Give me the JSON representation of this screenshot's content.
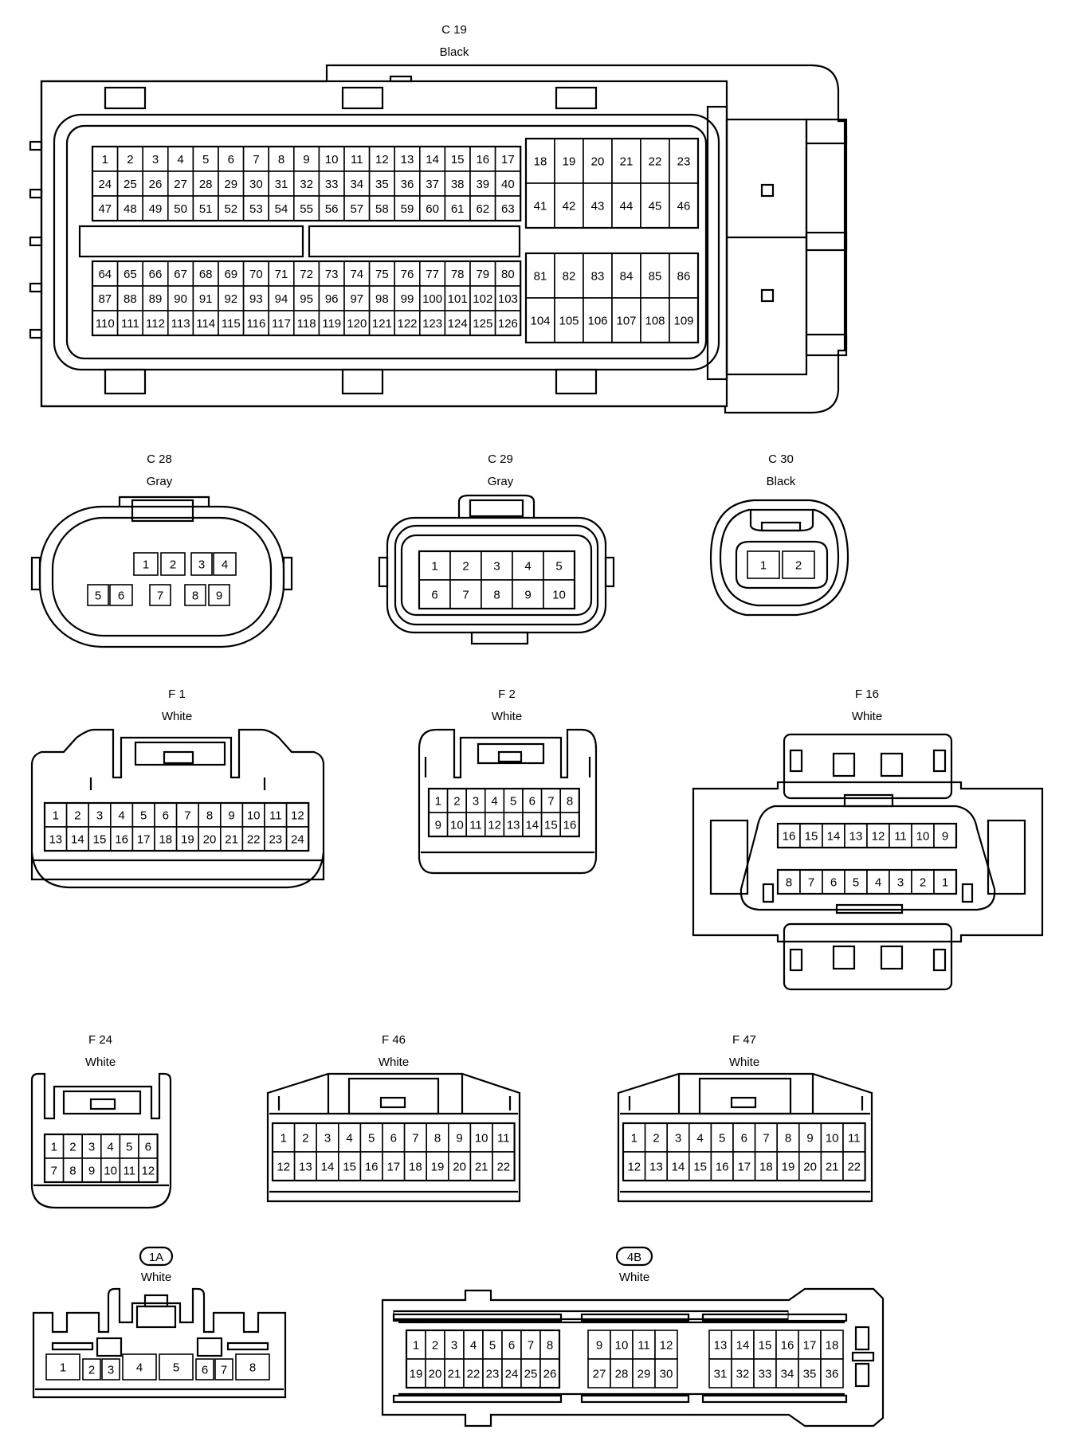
{
  "connectors": {
    "c19": {
      "id": "C 19",
      "color": "Black",
      "rows_left": [
        [
          "1",
          "2",
          "3",
          "4",
          "5",
          "6",
          "7",
          "8",
          "9",
          "10",
          "11",
          "12",
          "13",
          "14",
          "15",
          "16",
          "17"
        ],
        [
          "24",
          "25",
          "26",
          "27",
          "28",
          "29",
          "30",
          "31",
          "32",
          "33",
          "34",
          "35",
          "36",
          "37",
          "38",
          "39",
          "40"
        ],
        [
          "47",
          "48",
          "49",
          "50",
          "51",
          "52",
          "53",
          "54",
          "55",
          "56",
          "57",
          "58",
          "59",
          "60",
          "61",
          "62",
          "63"
        ],
        [
          "64",
          "65",
          "66",
          "67",
          "68",
          "69",
          "70",
          "71",
          "72",
          "73",
          "74",
          "75",
          "76",
          "77",
          "78",
          "79",
          "80"
        ],
        [
          "87",
          "88",
          "89",
          "90",
          "91",
          "92",
          "93",
          "94",
          "95",
          "96",
          "97",
          "98",
          "99",
          "100",
          "101",
          "102",
          "103"
        ],
        [
          "110",
          "111",
          "112",
          "113",
          "114",
          "115",
          "116",
          "117",
          "118",
          "119",
          "120",
          "121",
          "122",
          "123",
          "124",
          "125",
          "126"
        ]
      ],
      "rows_right": [
        [
          "18",
          "19",
          "20",
          "21",
          "22",
          "23"
        ],
        [
          "41",
          "42",
          "43",
          "44",
          "45",
          "46"
        ],
        [
          "81",
          "82",
          "83",
          "84",
          "85",
          "86"
        ],
        [
          "104",
          "105",
          "106",
          "107",
          "108",
          "109"
        ]
      ]
    },
    "c28": {
      "id": "C 28",
      "color": "Gray",
      "pins": [
        "1",
        "2",
        "3",
        "4",
        "5",
        "6",
        "7",
        "8",
        "9"
      ]
    },
    "c29": {
      "id": "C 29",
      "color": "Gray",
      "rows": [
        [
          "1",
          "2",
          "3",
          "4",
          "5"
        ],
        [
          "6",
          "7",
          "8",
          "9",
          "10"
        ]
      ]
    },
    "c30": {
      "id": "C 30",
      "color": "Black",
      "pins": [
        "1",
        "2"
      ]
    },
    "f1": {
      "id": "F 1",
      "color": "White",
      "rows": [
        [
          "1",
          "2",
          "3",
          "4",
          "5",
          "6",
          "7",
          "8",
          "9",
          "10",
          "11",
          "12"
        ],
        [
          "13",
          "14",
          "15",
          "16",
          "17",
          "18",
          "19",
          "20",
          "21",
          "22",
          "23",
          "24"
        ]
      ]
    },
    "f2": {
      "id": "F 2",
      "color": "White",
      "rows": [
        [
          "1",
          "2",
          "3",
          "4",
          "5",
          "6",
          "7",
          "8"
        ],
        [
          "9",
          "10",
          "11",
          "12",
          "13",
          "14",
          "15",
          "16"
        ]
      ]
    },
    "f16": {
      "id": "F 16",
      "color": "White",
      "rows": [
        [
          "16",
          "15",
          "14",
          "13",
          "12",
          "11",
          "10",
          "9"
        ],
        [
          "8",
          "7",
          "6",
          "5",
          "4",
          "3",
          "2",
          "1"
        ]
      ]
    },
    "f24": {
      "id": "F 24",
      "color": "White",
      "rows": [
        [
          "1",
          "2",
          "3",
          "4",
          "5",
          "6"
        ],
        [
          "7",
          "8",
          "9",
          "10",
          "11",
          "12"
        ]
      ]
    },
    "f46": {
      "id": "F 46",
      "color": "White",
      "rows": [
        [
          "1",
          "2",
          "3",
          "4",
          "5",
          "6",
          "7",
          "8",
          "9",
          "10",
          "11"
        ],
        [
          "12",
          "13",
          "14",
          "15",
          "16",
          "17",
          "18",
          "19",
          "20",
          "21",
          "22"
        ]
      ]
    },
    "f47": {
      "id": "F 47",
      "color": "White",
      "rows": [
        [
          "1",
          "2",
          "3",
          "4",
          "5",
          "6",
          "7",
          "8",
          "9",
          "10",
          "11"
        ],
        [
          "12",
          "13",
          "14",
          "15",
          "16",
          "17",
          "18",
          "19",
          "20",
          "21",
          "22"
        ]
      ]
    },
    "j1a": {
      "id": "1A",
      "color": "White",
      "pins": [
        "1",
        "2",
        "3",
        "4",
        "5",
        "6",
        "7",
        "8"
      ]
    },
    "j4b": {
      "id": "4B",
      "color": "White",
      "groups": [
        [
          [
            "1",
            "2",
            "3",
            "4",
            "5",
            "6",
            "7",
            "8"
          ],
          [
            "19",
            "20",
            "21",
            "22",
            "23",
            "24",
            "25",
            "26"
          ]
        ],
        [
          [
            "9",
            "10",
            "11",
            "12"
          ],
          [
            "27",
            "28",
            "29",
            "30"
          ]
        ],
        [
          [
            "13",
            "14",
            "15",
            "16",
            "17",
            "18"
          ],
          [
            "31",
            "32",
            "33",
            "34",
            "35",
            "36"
          ]
        ]
      ]
    }
  }
}
